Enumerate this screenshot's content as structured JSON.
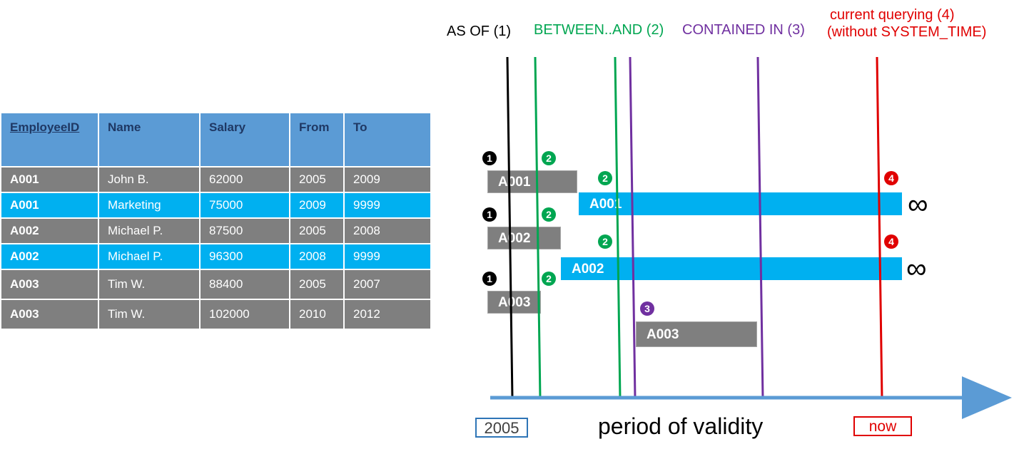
{
  "table": {
    "headers": [
      "EmployeeID",
      "Name",
      "Salary",
      "From",
      "To"
    ],
    "rows": [
      [
        "A001",
        "John B.",
        "62000",
        "2005",
        "2009"
      ],
      [
        "A001",
        "Marketing",
        "75000",
        "2009",
        "9999"
      ],
      [
        "A002",
        "Michael P.",
        "87500",
        "2005",
        "2008"
      ],
      [
        "A002",
        "Michael P.",
        "96300",
        "2008",
        "9999"
      ],
      [
        "A003",
        "Tim W.",
        "88400",
        "2005",
        "2007"
      ],
      [
        "A003",
        "Tim W.",
        "102000",
        "2010",
        "2012"
      ]
    ]
  },
  "diagram": {
    "queries": {
      "as_of": "AS OF (1)",
      "between": "BETWEEN..AND (2)",
      "contained": "CONTAINED IN (3)",
      "current_line1": "current querying (4)",
      "current_line2": "(without SYSTEM_TIME)"
    },
    "bars": {
      "a001_old": "A001",
      "a001_cur": "A001",
      "a002_old": "A002",
      "a002_cur": "A002",
      "a003_first": "A003",
      "a003_second": "A003"
    },
    "badges": {
      "one": "1",
      "two": "2",
      "three": "3",
      "four": "4"
    },
    "infinity": "∞",
    "axis": {
      "start": "2005",
      "title": "period of validity",
      "end": "now"
    },
    "colors": {
      "gray_row": "#7f7f7f",
      "blue_row": "#00b0f0",
      "header": "#5b9bd5",
      "as_of": "#000000",
      "between": "#00a651",
      "contained": "#7030a0",
      "current": "#e00000",
      "axis": "#5b9bd5"
    }
  }
}
